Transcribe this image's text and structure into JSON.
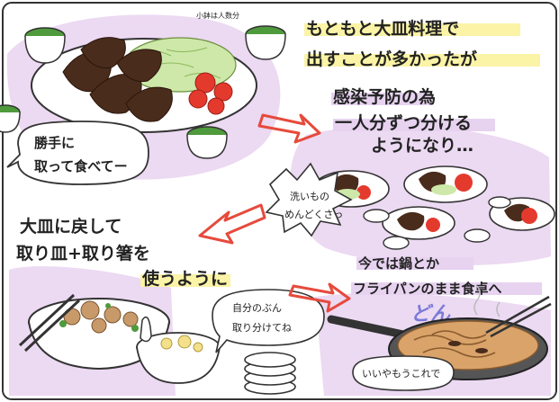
{
  "panel1": {
    "note": "小鉢は人数分",
    "line1": "もともと大皿料理で",
    "line2": "出すことが多かったが",
    "bubble_line1": "勝手に",
    "bubble_line2": "取って食べてー"
  },
  "panel2": {
    "line1": "感染予防の為",
    "line2": "一人分ずつ分ける",
    "line3": "ようになり…",
    "burst_line1": "洗いもの",
    "burst_line2": "めんどくさっ"
  },
  "panel3": {
    "line1": "大皿に戻して",
    "line2": "取り皿+取り箸を",
    "line3": "使うように",
    "bubble_line1": "自分のぶん",
    "bubble_line2": "取り分けてね"
  },
  "panel4": {
    "line1": "今では鍋とか",
    "line2": "フライパンのまま食卓へ",
    "sfx": "どん",
    "bubble": "いいやもうこれで"
  },
  "colors": {
    "arrow": "#e64a3c",
    "highlight_yellow": "#fbf3a6",
    "highlight_purple": "#e7d3f0",
    "background_purple": "#ecd9f2",
    "tomato": "#e43a2e",
    "greens": "#4f9a3c"
  }
}
